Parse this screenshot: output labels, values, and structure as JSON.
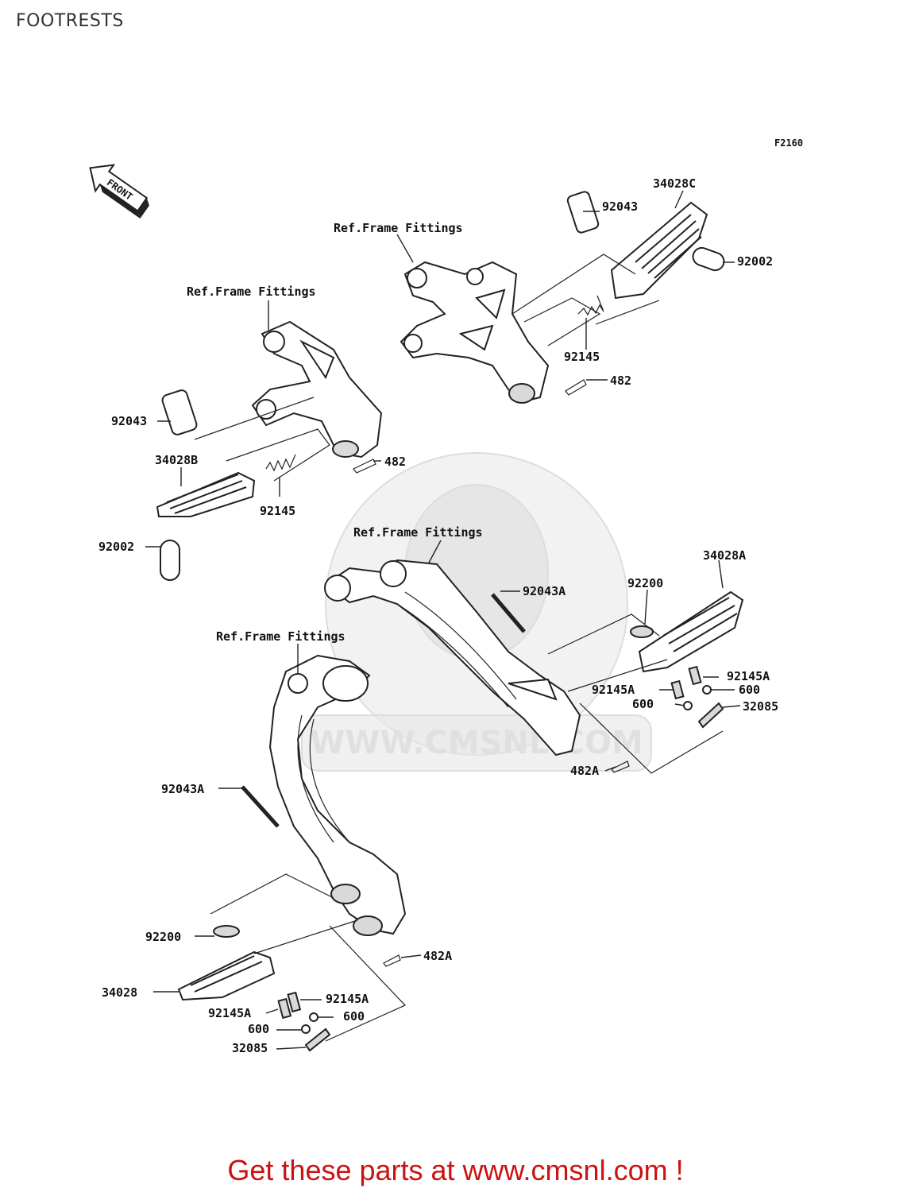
{
  "page": {
    "title": "FOOTRESTS"
  },
  "diagram": {
    "figure_code": "F2160",
    "front_marker": "FRONT",
    "watermark": "WWW.CMSNL.COM",
    "frame_ref": "Ref.Frame Fittings",
    "labels": {
      "p34028C": "34028C",
      "p92043_tr": "92043",
      "p92002_tr": "92002",
      "p92145_tr": "92145",
      "p482_tr": "482",
      "p92043_l": "92043",
      "p34028B": "34028B",
      "p482_l": "482",
      "p92145_l": "92145",
      "p92002_l": "92002",
      "p92043A_r": "92043A",
      "p34028A": "34028A",
      "p92200_r": "92200",
      "p92145A_r1": "92145A",
      "p92145A_r2": "92145A",
      "p600_r1": "600",
      "p600_r2": "600",
      "p32085_r": "32085",
      "p482A_r": "482A",
      "p92043A_l": "92043A",
      "p92200_b": "92200",
      "p482A_b": "482A",
      "p34028": "34028",
      "p92145A_b1": "92145A",
      "p92145A_b2": "92145A",
      "p600_b1": "600",
      "p600_b2": "600",
      "p32085_b": "32085"
    }
  },
  "cta": {
    "text": "Get these parts at www.cmsnl.com !"
  }
}
